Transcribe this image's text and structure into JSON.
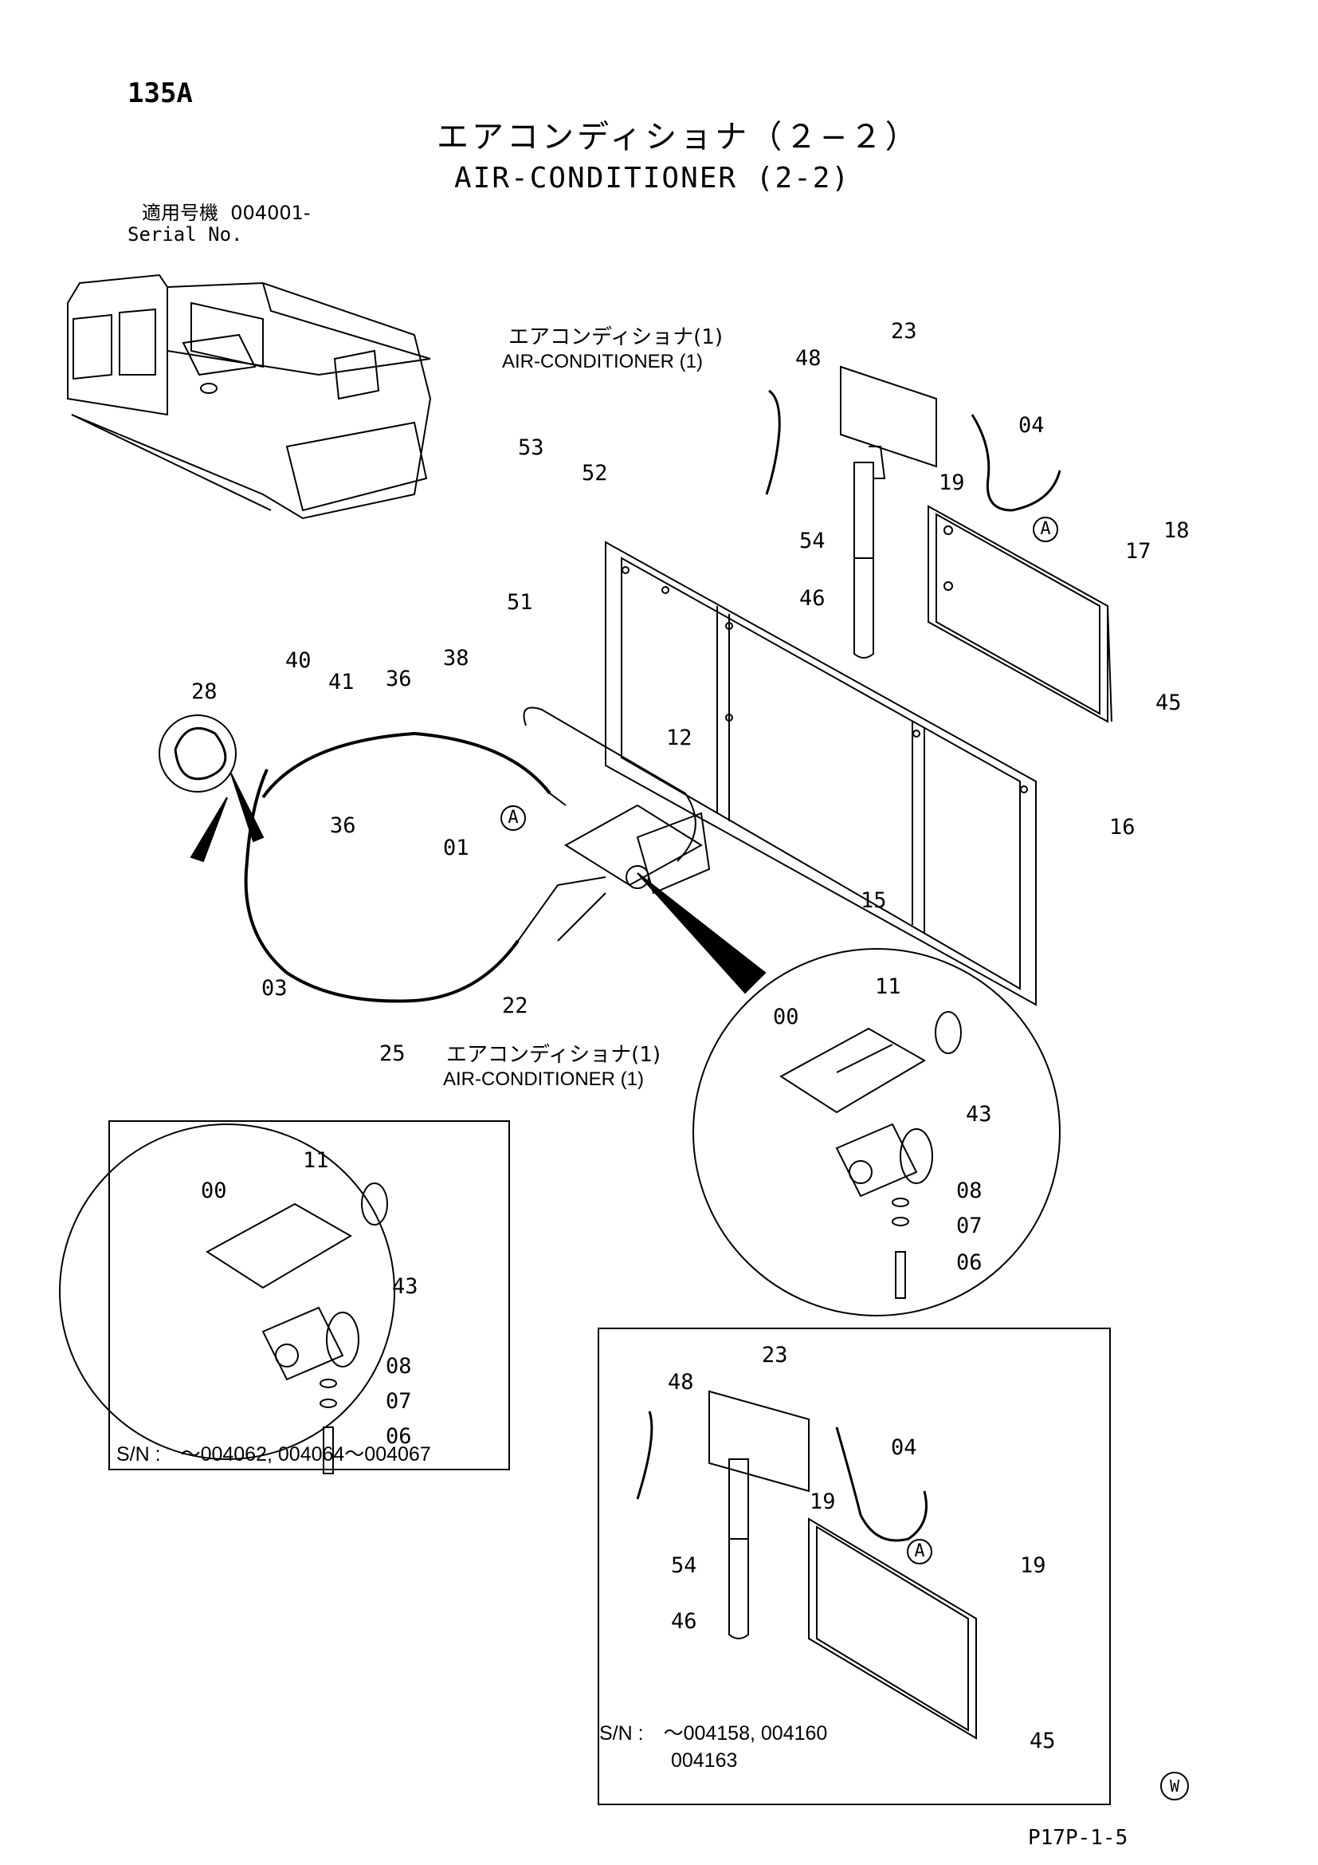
{
  "header": {
    "page_number": "135A",
    "title_jp": "エアコンディショナ（２−２）",
    "title_en": "AIR-CONDITIONER (2-2)",
    "serial_label_jp": "適用号機",
    "serial_value": "004001-",
    "serial_label_en": "Serial No."
  },
  "labels": {
    "ac1_jp_top": "エアコンディショナ(1)",
    "ac1_en_top": "AIR-CONDITIONER (1)",
    "ac1_jp_bottom": "エアコンディショナ(1)",
    "ac1_en_bottom": "AIR-CONDITIONER (1)",
    "ref_a": "A"
  },
  "part_numbers": {
    "p23_top": "23",
    "p48_top": "48",
    "p04_top": "04",
    "p19_top": "19",
    "p53": "53",
    "p52": "52",
    "p51": "51",
    "p54_top": "54",
    "p46_top": "46",
    "p17": "17",
    "p18": "18",
    "p45_top": "45",
    "p40": "40",
    "p41": "41",
    "p36_a": "36",
    "p38": "38",
    "p28": "28",
    "p12": "12",
    "p36_b": "36",
    "p01": "01",
    "p16": "16",
    "p15": "15",
    "p03": "03",
    "p22": "22",
    "p25": "25",
    "c_p11": "11",
    "c_p00": "00",
    "c_p43": "43",
    "c_p08": "08",
    "c_p07": "07",
    "c_p06": "06",
    "b1_p11": "11",
    "b1_p00": "00",
    "b1_p43": "43",
    "b1_p08": "08",
    "b1_p07": "07",
    "b1_p06": "06",
    "b2_p23": "23",
    "b2_p48": "48",
    "b2_p04": "04",
    "b2_p19a": "19",
    "b2_p54": "54",
    "b2_p46": "46",
    "b2_p19b": "19",
    "b2_p45": "45"
  },
  "serial_notes": {
    "box1": "S/N :　～004062, 004064～004067",
    "box2_line1": "S/N :　～004158, 004160",
    "box2_line2": "004163"
  },
  "footer": {
    "code": "P17P-1-5",
    "mark": "W"
  }
}
